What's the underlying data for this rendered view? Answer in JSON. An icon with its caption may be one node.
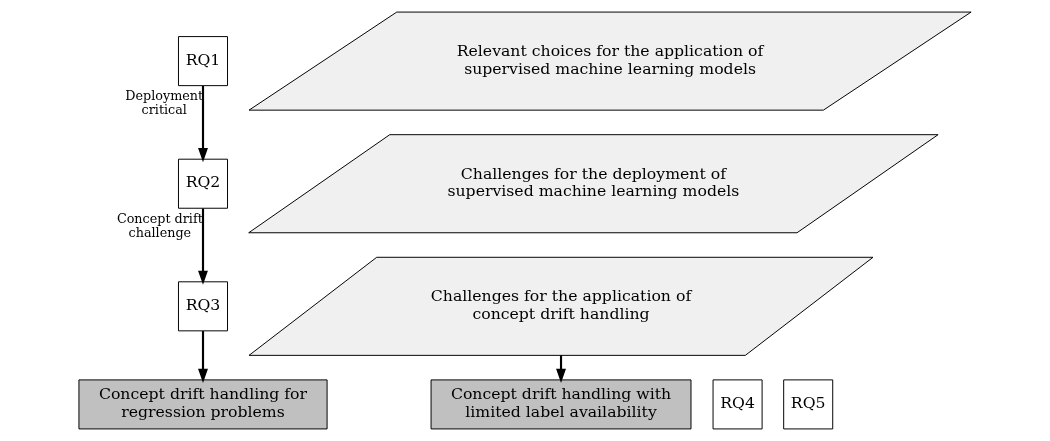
{
  "diagram": {
    "nodes": [
      {
        "text": [
          "RQ1"
        ]
      },
      {
        "text": [
          "Relevant choices for the application of supervised machine learning models"
        ]
      },
      {
        "text": [
          "RQ2"
        ]
      },
      {
        "text": [
          "Challenges for the deployment of supervised machine learning models"
        ]
      },
      {
        "text": [
          "RQ3"
        ]
      },
      {
        "text": [
          "Challenges for the application of concept drift handling"
        ]
      },
      {
        "text": [
          "RQ4"
        ]
      },
      {
        "text": [
          "Concept drift handling for regression problems"
        ]
      },
      {
        "text": [
          "RQ5"
        ]
      },
      {
        "text": [
          "Concept drift handling with limited label availability"
        ]
      }
    ],
    "edges": [
      {
        "from": 0,
        "to": 2,
        "arrow": "to",
        "label": "Deployment critical"
      },
      {
        "from": 2,
        "to": 4,
        "arrow": "to",
        "label": "Concept drift challenge"
      },
      {
        "from": 4,
        "to": 7,
        "arrow": "to"
      },
      {
        "from": 5,
        "to": 9,
        "arrow": "to"
      }
    ]
  }
}
